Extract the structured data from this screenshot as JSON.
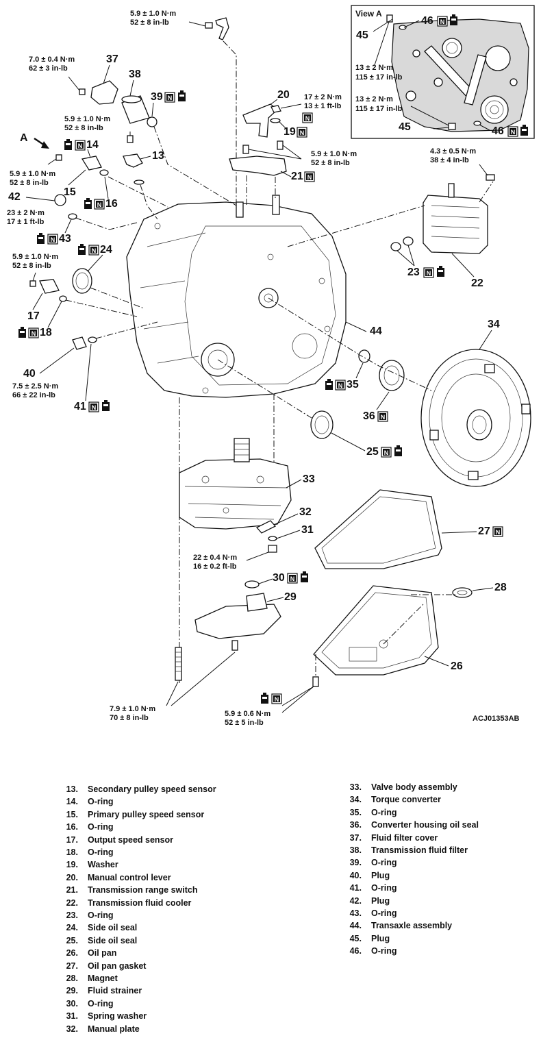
{
  "view_a_label": "View A",
  "arrow_label": "A",
  "figure_code": "ACJ01353AB",
  "torques": {
    "t_top": [
      "5.9 ± 1.0 N·m",
      "52 ± 8 in-lb"
    ],
    "t_37": [
      "7.0 ± 0.4 N·m",
      "62 ± 3 in-lb"
    ],
    "t_13": [
      "5.9 ± 1.0 N·m",
      "52 ± 8 in-lb"
    ],
    "t_19": [
      "17 ± 2 N·m",
      "13 ± 1 ft-lb"
    ],
    "t_21": [
      "5.9 ± 1.0 N·m",
      "52 ± 8 in-lb"
    ],
    "t_15": [
      "5.9 ± 1.0 N·m",
      "52 ± 8 in-lb"
    ],
    "t_42": [
      "23 ± 2 N·m",
      "17 ± 1 ft-lb"
    ],
    "t_22": [
      "4.3 ± 0.5 N·m",
      "38 ± 4 in-lb"
    ],
    "t_17": [
      "5.9 ± 1.0 N·m",
      "52 ± 8 in-lb"
    ],
    "t_40": [
      "7.5 ± 2.5 N·m",
      "66 ± 22 in-lb"
    ],
    "t_31": [
      "22 ± 0.4 N·m",
      "16 ± 0.2 ft-lb"
    ],
    "t_bolt_l": [
      "7.9 ± 1.0 N·m",
      "70 ± 8 in-lb"
    ],
    "t_bolt_r": [
      "5.9 ± 0.6 N·m",
      "52 ± 5 in-lb"
    ],
    "t_va1": [
      "13 ± 2 N·m",
      "115 ± 17 in-lb"
    ],
    "t_va2": [
      "13 ± 2 N·m",
      "115 ± 17 in-lb"
    ]
  },
  "callouts": {
    "c37": "37",
    "c38": "38",
    "c39": "39",
    "c20": "20",
    "c19": "19",
    "c21": "21",
    "c13": "13",
    "c14": "14",
    "c15": "15",
    "c16": "16",
    "c42": "42",
    "c43": "43",
    "c24": "24",
    "c17": "17",
    "c18": "18",
    "c40": "40",
    "c41": "41",
    "c22": "22",
    "c23": "23",
    "c44": "44",
    "c34": "34",
    "c35": "35",
    "c36": "36",
    "c25": "25",
    "c33": "33",
    "c32": "32",
    "c31": "31",
    "c27": "27",
    "c30": "30",
    "c29": "29",
    "c28": "28",
    "c26": "26",
    "c45a": "45",
    "c46a": "46",
    "c45b": "45",
    "c46b": "46"
  },
  "new_part_symbol": "N",
  "legend_left": [
    {
      "num": "13.",
      "name": "Secondary pulley speed sensor"
    },
    {
      "num": "14.",
      "name": "O-ring"
    },
    {
      "num": "15.",
      "name": "Primary pulley speed sensor"
    },
    {
      "num": "16.",
      "name": "O-ring"
    },
    {
      "num": "17.",
      "name": "Output speed sensor"
    },
    {
      "num": "18.",
      "name": "O-ring"
    },
    {
      "num": "19.",
      "name": "Washer"
    },
    {
      "num": "20.",
      "name": "Manual control lever"
    },
    {
      "num": "21.",
      "name": "Transmission range switch"
    },
    {
      "num": "22.",
      "name": "Transmission fluid cooler"
    },
    {
      "num": "23.",
      "name": "O-ring"
    },
    {
      "num": "24.",
      "name": "Side oil seal"
    },
    {
      "num": "25.",
      "name": "Side oil seal"
    },
    {
      "num": "26.",
      "name": "Oil pan"
    },
    {
      "num": "27.",
      "name": "Oil pan gasket"
    },
    {
      "num": "28.",
      "name": "Magnet"
    },
    {
      "num": "29.",
      "name": "Fluid strainer"
    },
    {
      "num": "30.",
      "name": "O-ring"
    },
    {
      "num": "31.",
      "name": "Spring washer"
    },
    {
      "num": "32.",
      "name": "Manual plate"
    }
  ],
  "legend_right": [
    {
      "num": "33.",
      "name": "Valve body assembly"
    },
    {
      "num": "34.",
      "name": "Torque converter"
    },
    {
      "num": "35.",
      "name": "O-ring"
    },
    {
      "num": "36.",
      "name": "Converter housing oil seal"
    },
    {
      "num": "37.",
      "name": "Fluid filter cover"
    },
    {
      "num": "38.",
      "name": "Transmission fluid filter"
    },
    {
      "num": "39.",
      "name": "O-ring"
    },
    {
      "num": "40.",
      "name": "Plug"
    },
    {
      "num": "41.",
      "name": "O-ring"
    },
    {
      "num": "42.",
      "name": "Plug"
    },
    {
      "num": "43.",
      "name": "O-ring"
    },
    {
      "num": "44.",
      "name": "Transaxle assembly"
    },
    {
      "num": "45.",
      "name": "Plug"
    },
    {
      "num": "46.",
      "name": "O-ring"
    }
  ]
}
